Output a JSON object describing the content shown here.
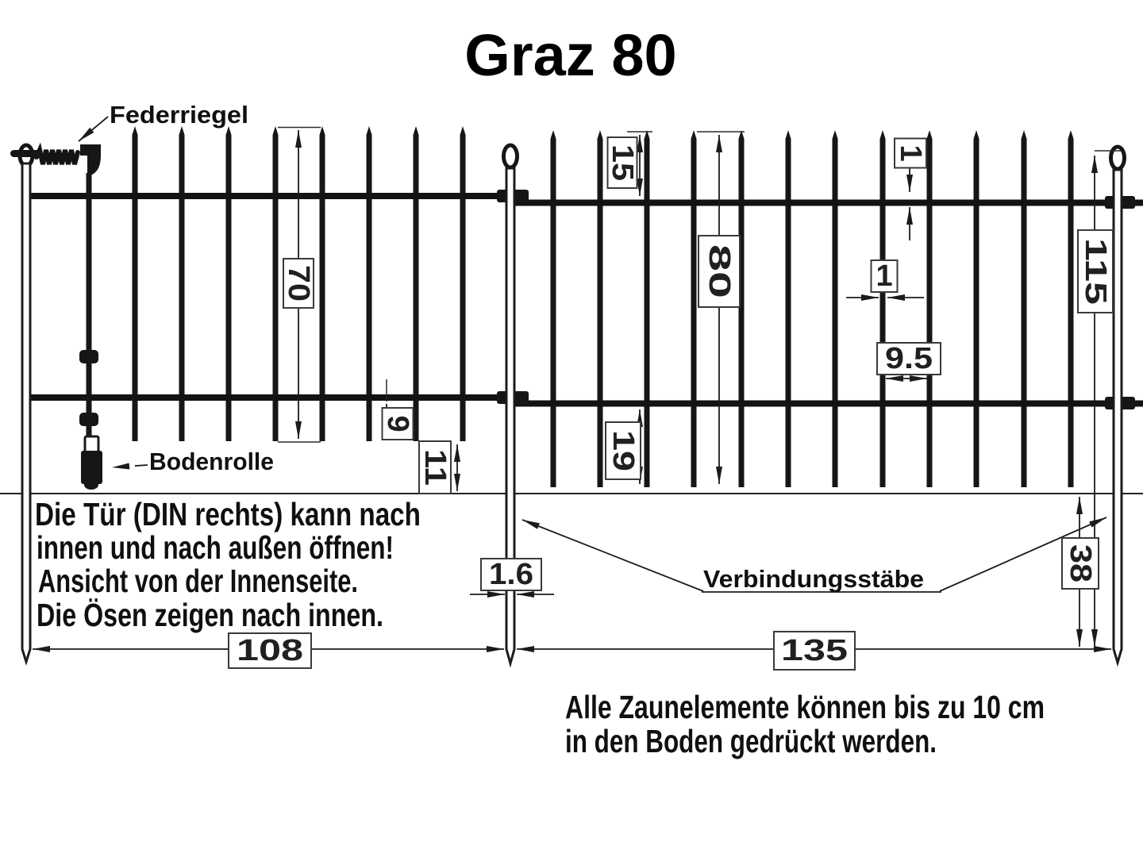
{
  "title": "Graz 80",
  "annotations": {
    "federriegel": "Federriegel",
    "bodenrolle": "Bodenrolle",
    "verbindungsstaebe": "Verbindungsstäbe"
  },
  "dimensions_cm": {
    "gate_bar_length": "70",
    "tip_to_rail": "15",
    "panel_bar_length": "80",
    "rail_diameter": "1",
    "bar_diameter": "1",
    "bar_spacing": "9.5",
    "post_length": "115",
    "rail_to_bar_end_gate": "9",
    "bar_end_to_ground": "11",
    "rail_to_bar_end_panel": "19",
    "post_diameter": "1.6",
    "post_depth_below_ground": "38",
    "gate_width": "108",
    "panel_width": "135"
  },
  "notes": {
    "door_line1": "Die Tür (DIN rechts) kann nach",
    "door_line2": "innen und nach außen öffnen!",
    "door_line3": "Ansicht von der Innenseite.",
    "door_line4": "Die Ösen zeigen nach innen.",
    "ground_line1": "Alle Zaunelemente können bis zu 10 cm",
    "ground_line2": "in den Boden gedrückt werden."
  }
}
